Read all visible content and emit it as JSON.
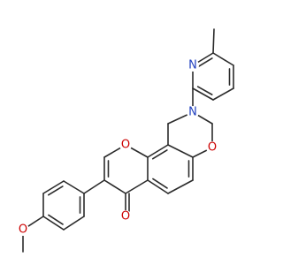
{
  "molecule": {
    "atoms": [
      {
        "id": "o_methoxy",
        "symbol": "O",
        "color": "#cc0000"
      },
      {
        "id": "o_carbonyl",
        "symbol": "O",
        "color": "#cc0000"
      },
      {
        "id": "o_pyran",
        "symbol": "O",
        "color": "#cc0000"
      },
      {
        "id": "o_oxazine",
        "symbol": "O",
        "color": "#cc0000"
      },
      {
        "id": "n_oxazine",
        "symbol": "N",
        "color": "#1f3fbf"
      },
      {
        "id": "n_pyridine",
        "symbol": "N",
        "color": "#1f3fbf"
      }
    ],
    "bond_color": "#2b2b2b"
  }
}
